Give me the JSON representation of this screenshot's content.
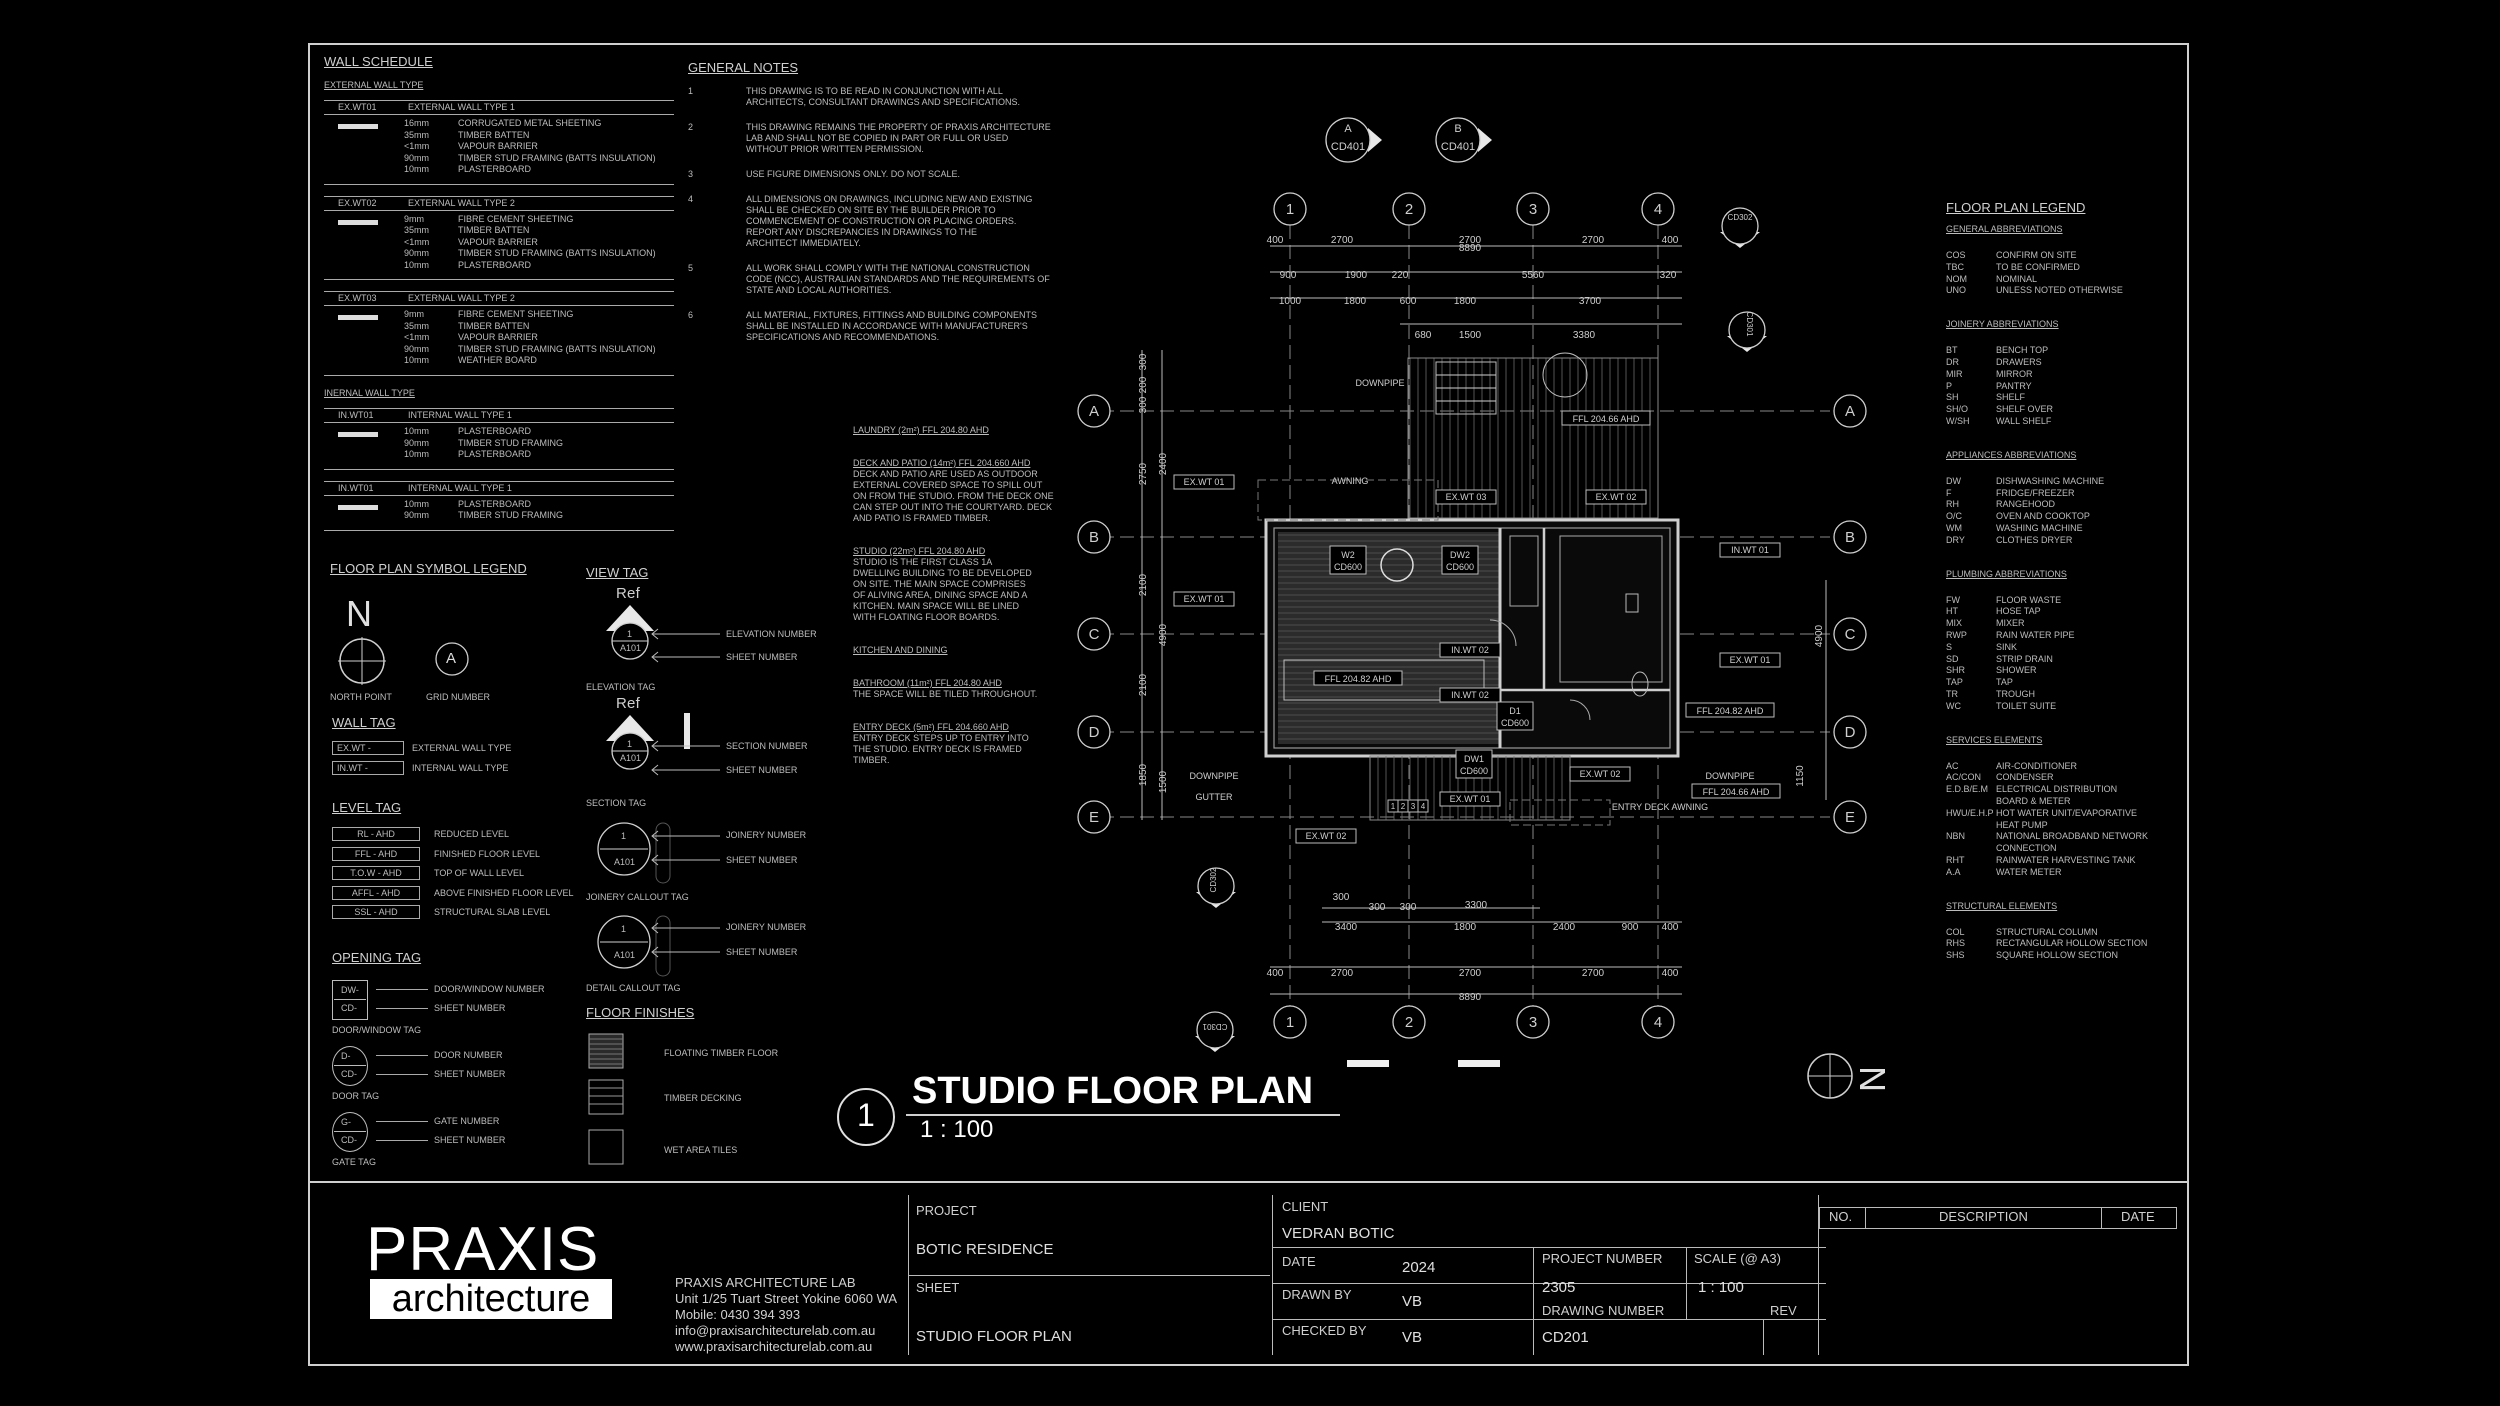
{
  "wall_schedule": {
    "title": "WALL SCHEDULE",
    "external_heading": "EXTERNAL WALL TYPE",
    "internal_heading": "INERNAL WALL TYPE",
    "external": [
      {
        "code": "EX.WT01",
        "name": "EXTERNAL WALL TYPE 1",
        "layers": [
          {
            "t": "16mm",
            "m": "CORRUGATED METAL SHEETING"
          },
          {
            "t": "35mm",
            "m": "TIMBER BATTEN"
          },
          {
            "t": "<1mm",
            "m": "VAPOUR BARRIER"
          },
          {
            "t": "90mm",
            "m": "TIMBER STUD FRAMING (BATTS INSULATION)"
          },
          {
            "t": "10mm",
            "m": "PLASTERBOARD"
          }
        ]
      },
      {
        "code": "EX.WT02",
        "name": "EXTERNAL WALL TYPE 2",
        "layers": [
          {
            "t": "9mm",
            "m": "FIBRE CEMENT SHEETING"
          },
          {
            "t": "35mm",
            "m": "TIMBER BATTEN"
          },
          {
            "t": "<1mm",
            "m": "VAPOUR BARRIER"
          },
          {
            "t": "90mm",
            "m": "TIMBER STUD FRAMING (BATTS INSULATION)"
          },
          {
            "t": "10mm",
            "m": "PLASTERBOARD"
          }
        ]
      },
      {
        "code": "EX.WT03",
        "name": "EXTERNAL WALL TYPE 2",
        "layers": [
          {
            "t": "9mm",
            "m": "FIBRE CEMENT SHEETING"
          },
          {
            "t": "35mm",
            "m": "TIMBER BATTEN"
          },
          {
            "t": "<1mm",
            "m": "VAPOUR BARRIER"
          },
          {
            "t": "90mm",
            "m": "TIMBER STUD FRAMING (BATTS INSULATION)"
          },
          {
            "t": "10mm",
            "m": "WEATHER BOARD"
          }
        ]
      }
    ],
    "internal": [
      {
        "code": "IN.WT01",
        "name": "INTERNAL WALL TYPE 1",
        "layers": [
          {
            "t": "10mm",
            "m": "PLASTERBOARD"
          },
          {
            "t": "90mm",
            "m": "TIMBER STUD FRAMING"
          },
          {
            "t": "10mm",
            "m": "PLASTERBOARD"
          }
        ]
      },
      {
        "code": "IN.WT01",
        "name": "INTERNAL WALL TYPE 1",
        "layers": [
          {
            "t": "10mm",
            "m": "PLASTERBOARD"
          },
          {
            "t": "90mm",
            "m": "TIMBER STUD FRAMING"
          }
        ]
      }
    ]
  },
  "general_notes": {
    "title": "GENERAL NOTES",
    "items": [
      {
        "n": "1",
        "lines": [
          "THIS DRAWING IS TO BE READ IN CONJUNCTION WITH ALL",
          "ARCHITECTS, CONSULTANT DRAWINGS AND SPECIFICATIONS."
        ]
      },
      {
        "n": "2",
        "lines": [
          "THIS DRAWING REMAINS THE PROPERTY OF PRAXIS ARCHITECTURE",
          "LAB AND SHALL NOT BE COPIED IN PART OR FULL OR USED",
          "WITHOUT PRIOR WRITTEN PERMISSION."
        ]
      },
      {
        "n": "3",
        "lines": [
          "USE FIGURE DIMENSIONS ONLY. DO NOT SCALE."
        ]
      },
      {
        "n": "4",
        "lines": [
          "ALL DIMENSIONS ON DRAWINGS, INCLUDING NEW AND EXISTING",
          "SHALL BE CHECKED ON SITE BY THE BUILDER PRIOR TO",
          "COMMENCEMENT OF CONSTRUCTION OR PLACING ORDERS.",
          "REPORT ANY DISCREPANCIES IN DRAWINGS TO THE",
          "ARCHITECT IMMEDIATELY."
        ]
      },
      {
        "n": "5",
        "lines": [
          "ALL WORK SHALL COMPLY WITH THE NATIONAL CONSTRUCTION",
          "CODE (NCC), AUSTRALIAN STANDARDS AND THE REQUIREMENTS OF",
          "STATE AND LOCAL AUTHORITIES."
        ]
      },
      {
        "n": "6",
        "lines": [
          "ALL MATERIAL, FIXTURES, FITTINGS AND BUILDING COMPONENTS",
          "SHALL BE INSTALLED IN ACCORDANCE WITH MANUFACTURER'S",
          "SPECIFICATIONS AND RECOMMENDATIONS."
        ]
      }
    ]
  },
  "symbol_legend": {
    "title": "FLOOR PLAN SYMBOL LEGEND",
    "north_letter": "N",
    "north_label": "NORTH POINT",
    "grid_letter": "A",
    "grid_label": "GRID NUMBER",
    "wall_tag_title": "WALL TAG",
    "wall_tags": [
      {
        "tag": "EX.WT -",
        "label": "EXTERNAL WALL TYPE"
      },
      {
        "tag": "IN.WT -",
        "label": "INTERNAL WALL TYPE"
      }
    ],
    "level_tag_title": "LEVEL TAG",
    "level_tags": [
      {
        "tag": "RL - AHD",
        "label": "REDUCED LEVEL"
      },
      {
        "tag": "FFL - AHD",
        "label": "FINISHED FLOOR LEVEL"
      },
      {
        "tag": "T.O.W - AHD",
        "label": "TOP OF WALL LEVEL"
      },
      {
        "tag": "AFFL - AHD",
        "label": "ABOVE FINISHED FLOOR LEVEL"
      },
      {
        "tag": "SSL - AHD",
        "label": "STRUCTURAL SLAB LEVEL"
      }
    ],
    "opening_tag_title": "OPENING TAG",
    "opening_tags": [
      {
        "top": "DW-",
        "bottom": "CD-",
        "l1": "DOOR/WINDOW NUMBER",
        "l2": "SHEET NUMBER",
        "caption": "DOOR/WINDOW TAG"
      },
      {
        "top": "D-",
        "bottom": "CD-",
        "l1": "DOOR NUMBER",
        "l2": "SHEET NUMBER",
        "caption": "DOOR TAG"
      },
      {
        "top": "G-",
        "bottom": "CD-",
        "l1": "GATE NUMBER",
        "l2": "SHEET NUMBER",
        "caption": "GATE TAG"
      }
    ],
    "view_tag_title": "VIEW TAG",
    "ref": "Ref",
    "view_num": "1",
    "view_sheet": "A101",
    "elevation_tag": "ELEVATION TAG",
    "section_tag": "SECTION TAG",
    "joinery_tag": "JOINERY CALLOUT TAG",
    "detail_tag": "DETAIL CALLOUT TAG",
    "elevation_number": "ELEVATION NUMBER",
    "section_number": "SECTION NUMBER",
    "joinery_number": "JOINERY NUMBER",
    "sheet_number": "SHEET NUMBER",
    "finishes_title": "FLOOR FINISHES",
    "finishes": [
      "FLOATING TIMBER FLOOR",
      "TIMBER DECKING",
      "WET AREA TILES"
    ]
  },
  "plan_notes": [
    {
      "head": "LAUNDRY (2m²) FFL 204.80 AHD",
      "lines": []
    },
    {
      "head": "DECK AND PATIO (14m²) FFL 204.660 AHD",
      "lines": [
        "DECK AND PATIO ARE USED AS OUTDOOR",
        "EXTERNAL COVERED SPACE TO SPILL OUT",
        "ON FROM THE STUDIO. FROM THE DECK ONE",
        "CAN STEP OUT INTO THE COURTYARD. DECK",
        "AND PATIO IS FRAMED TIMBER."
      ]
    },
    {
      "head": "STUDIO (22m²) FFL 204.80 AHD",
      "lines": [
        "STUDIO IS THE FIRST CLASS 1A",
        "DWELLING BUILDING TO BE DEVELOPED",
        "ON SITE. THE MAIN SPACE COMPRISES",
        "OF ALIVING AREA, DINING SPACE AND A",
        "KITCHEN. MAIN SPACE WILL BE LINED",
        "WITH FLOATING FLOOR BOARDS."
      ]
    },
    {
      "head": "KITCHEN AND DINING",
      "lines": []
    },
    {
      "head": "BATHROOM (11m²) FFL 204.80 AHD",
      "lines": [
        "THE SPACE WILL BE TILED THROUGHOUT."
      ]
    },
    {
      "head": "ENTRY DECK (5m²) FFL 204.660 AHD",
      "lines": [
        "ENTRY DECK STEPS UP TO ENTRY INTO",
        "THE STUDIO. ENTRY DECK IS FRAMED",
        "TIMBER."
      ]
    }
  ],
  "plan": {
    "grid_numbers": [
      "1",
      "2",
      "3",
      "4"
    ],
    "grid_letters": [
      "A",
      "B",
      "C",
      "D",
      "E"
    ],
    "dims_top_1": [
      "400",
      "2700",
      "2700",
      "2700",
      "400"
    ],
    "dims_top_total": "8890",
    "dims_top_2": [
      "900",
      "1900",
      "220",
      "5560",
      "320"
    ],
    "dims_top_3": [
      "1000",
      "1800",
      "600",
      "1800",
      "3700"
    ],
    "dims_top_4": [
      "680",
      "1500",
      "3380"
    ],
    "dims_left": [
      "300",
      "200",
      "300",
      "2750",
      "2400",
      "2100",
      "4900",
      "2100",
      "1850",
      "1500"
    ],
    "dims_bot_1": [
      "300",
      "300",
      "300",
      "3300"
    ],
    "dims_bot_2": [
      "3400",
      "1800",
      "2400",
      "900",
      "400"
    ],
    "dims_bot_3": [
      "400",
      "2700",
      "2700",
      "2700",
      "400"
    ],
    "dims_bot_total": "8890",
    "dims_right": [
      "4900",
      "1150"
    ],
    "downpipe": "DOWNPIPE",
    "gutter": "GUTTER",
    "awning": "AWNING",
    "entry_awning": "ENTRY DECK AWNING",
    "level_tags": [
      "FFL 204.66 AHD",
      "FFL 204.82 AHD",
      "FFL 204.82 AHD",
      "FFL 204.66 AHD"
    ],
    "wall_tags": [
      "EX.WT 01",
      "EX.WT 01",
      "EX.WT 03",
      "EX.WT 02",
      "IN.WT 02",
      "IN.WT 02",
      "IN.WT 01",
      "EX.WT 01",
      "EX.WT 02",
      "EX.WT 02",
      "EX.WT 01"
    ],
    "windows": [
      {
        "n": "W2",
        "s": "CD600"
      },
      {
        "n": "DW2",
        "s": "CD600"
      },
      {
        "n": "D1",
        "s": "CD600"
      },
      {
        "n": "DW1",
        "s": "CD600"
      }
    ],
    "steps": [
      "1",
      "2",
      "3",
      "4"
    ],
    "elev_tags": [
      {
        "l": "A",
        "s": "CD401"
      },
      {
        "l": "B",
        "s": "CD401"
      }
    ],
    "sec_tags": [
      "CD302",
      "CD301",
      "CD302",
      "CD301"
    ]
  },
  "title_block_drawing": {
    "number": "1",
    "title": "STUDIO FLOOR PLAN",
    "scale": "1 : 100"
  },
  "legend": {
    "title": "FLOOR PLAN LEGEND",
    "sections": [
      {
        "head": "GENERAL ABBREVIATIONS",
        "rows": [
          [
            "COS",
            "CONFIRM ON SITE"
          ],
          [
            "TBC",
            "TO BE CONFIRMED"
          ],
          [
            "NOM",
            "NOMINAL"
          ],
          [
            "UNO",
            "UNLESS NOTED OTHERWISE"
          ]
        ]
      },
      {
        "head": "JOINERY ABBREVIATIONS",
        "rows": [
          [
            "BT",
            "BENCH TOP"
          ],
          [
            "DR",
            "DRAWERS"
          ],
          [
            "MIR",
            "MIRROR"
          ],
          [
            "P",
            "PANTRY"
          ],
          [
            "SH",
            "SHELF"
          ],
          [
            "SH/O",
            "SHELF OVER"
          ],
          [
            "W/SH",
            "WALL SHELF"
          ]
        ]
      },
      {
        "head": "APPLIANCES ABBREVIATIONS",
        "rows": [
          [
            "DW",
            "DISHWASHING MACHINE"
          ],
          [
            "F",
            "FRIDGE/FREEZER"
          ],
          [
            "RH",
            "RANGEHOOD"
          ],
          [
            "O/C",
            "OVEN AND COOKTOP"
          ],
          [
            "WM",
            "WASHING MACHINE"
          ],
          [
            "DRY",
            "CLOTHES DRYER"
          ]
        ]
      },
      {
        "head": "PLUMBING ABBREVIATIONS",
        "rows": [
          [
            "FW",
            "FLOOR WASTE"
          ],
          [
            "HT",
            "HOSE TAP"
          ],
          [
            "MIX",
            "MIXER"
          ],
          [
            "RWP",
            "RAIN WATER PIPE"
          ],
          [
            "S",
            "SINK"
          ],
          [
            "SD",
            "STRIP DRAIN"
          ],
          [
            "SHR",
            "SHOWER"
          ],
          [
            "TAP",
            "TAP"
          ],
          [
            "TR",
            "TROUGH"
          ],
          [
            "WC",
            "TOILET SUITE"
          ]
        ]
      },
      {
        "head": "SERVICES ELEMENTS",
        "rows": [
          [
            "AC",
            "AIR-CONDITIONER"
          ],
          [
            "AC/CON",
            "CONDENSER"
          ],
          [
            "E.D.B/E.M",
            "ELECTRICAL DISTRIBUTION"
          ],
          [
            "",
            "BOARD & METER"
          ],
          [
            "HWU/E.H.P",
            "HOT WATER UNIT/EVAPORATIVE"
          ],
          [
            "",
            "HEAT PUMP"
          ],
          [
            "NBN",
            "NATIONAL BROADBAND NETWORK"
          ],
          [
            "",
            "CONNECTION"
          ],
          [
            "RHT",
            "RAINWATER HARVESTING TANK"
          ],
          [
            "A.A",
            "WATER METER"
          ]
        ]
      },
      {
        "head": "STRUCTURAL ELEMENTS",
        "rows": [
          [
            "COL",
            "STRUCTURAL COLUMN"
          ],
          [
            "RHS",
            "RECTANGULAR HOLLOW SECTION"
          ],
          [
            "SHS",
            "SQUARE HOLLOW SECTION"
          ]
        ]
      }
    ]
  },
  "title_block": {
    "logo_main": "PRAXIS",
    "logo_sub": "architecture",
    "firm": "PRAXIS ARCHITECTURE LAB",
    "address": "Unit 1/25 Tuart Street Yokine 6060 WA",
    "mobile": "Mobile: 0430 394 393",
    "email": "info@praxisarchitecturelab.com.au",
    "web": "www.praxisarchitecturelab.com.au",
    "project_label": "PROJECT",
    "project": "BOTIC RESIDENCE",
    "sheet_label": "SHEET",
    "sheet": "STUDIO FLOOR PLAN",
    "client_label": "CLIENT",
    "client": "VEDRAN BOTIC",
    "date_label": "DATE",
    "date": "2024",
    "drawn_label": "DRAWN BY",
    "drawn": "VB",
    "checked_label": "CHECKED BY",
    "checked": "VB",
    "projnum_label": "PROJECT NUMBER",
    "projnum": "2305",
    "scale_label": "SCALE (@ A3)",
    "scale": "1 : 100",
    "drawnum_label": "DRAWING NUMBER",
    "drawnum": "CD201",
    "rev_label": "REV",
    "rev_cols": [
      "NO.",
      "DESCRIPTION",
      "DATE"
    ]
  }
}
